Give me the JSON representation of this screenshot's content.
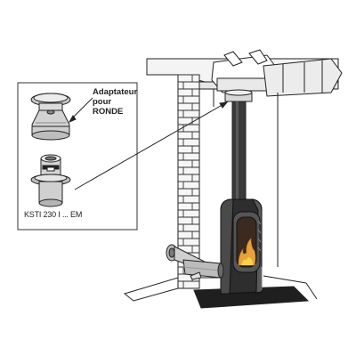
{
  "labels": {
    "adapter_line1": "Adaptateur",
    "adapter_line2": "pour",
    "adapter_line3": "RONDE",
    "model": "KSTI 230 I ... EM"
  },
  "colors": {
    "line": "#222222",
    "wall": "#f2f2f2",
    "flue": "#3a3a3a",
    "stove": "#2e2e2e",
    "fire": "#e8a23a",
    "metal": "#c9c9c9"
  }
}
